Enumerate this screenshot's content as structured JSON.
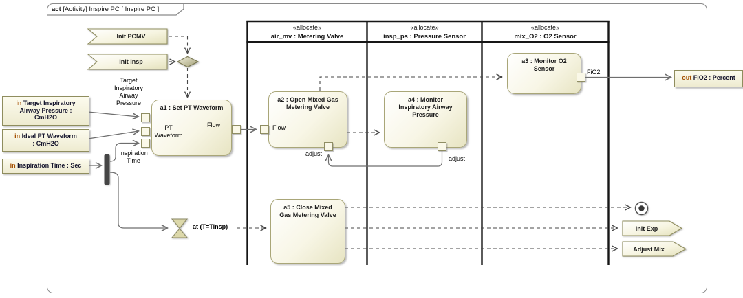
{
  "frame": {
    "keyword": "act",
    "title": " [Activity] Inspire PC [ Inspire PC ]"
  },
  "lanes": [
    {
      "stereotype": "«allocate»",
      "name": "air_mv : Metering Valve"
    },
    {
      "stereotype": "«allocate»",
      "name": "insp_ps : Pressure Sensor"
    },
    {
      "stereotype": "«allocate»",
      "name": "mix_O2 : O2 Sensor"
    }
  ],
  "inputs": [
    {
      "keyword": "in",
      "label": "Target Inspiratory\nAirway Pressure :\nCmH2O"
    },
    {
      "keyword": "in",
      "label": "Ideal PT Waveform\n: CmH2O"
    },
    {
      "keyword": "in",
      "label": "Inspiration Time : Sec"
    }
  ],
  "output": {
    "keyword": "out",
    "label": "FiO2 : Percent"
  },
  "accept_events": [
    {
      "label": "Init PCMV"
    },
    {
      "label": "Init Insp"
    }
  ],
  "send_signals": [
    {
      "label": "Init Exp"
    },
    {
      "label": "Adjust Mix"
    }
  ],
  "actions": {
    "a1": {
      "title": "a1 : Set PT Waveform"
    },
    "a2": {
      "title": "a2 : Open Mixed Gas\nMetering Valve"
    },
    "a3": {
      "title": "a3 : Monitor O2\nSensor"
    },
    "a4": {
      "title": "a4 : Monitor\nInspiratory Airway\nPressure"
    },
    "a5": {
      "title": "a5 : Close Mixed\nGas Metering Valve"
    }
  },
  "pin_labels": {
    "target_pressure": "Target\nInspiratory\nAirway\nPressure",
    "pt_waveform": "PT\nWaveform",
    "inspiration_time": "Inspiration\nTime",
    "flow_out": "Flow",
    "flow_in": "Flow",
    "adjust_a2": "adjust",
    "adjust_a4": "adjust",
    "fio2": "FiO2"
  },
  "edge_labels": {
    "time_trigger": "at (T=Tinsp)"
  },
  "colors": {
    "keyword": "#a34f00",
    "node_border": "#a9a678",
    "node_fill_light": "#ffffff",
    "node_fill_dark": "#e7e4c2",
    "lane_line": "#161616",
    "object_flow": "#6e6e6e",
    "control_flow": "#474747"
  }
}
